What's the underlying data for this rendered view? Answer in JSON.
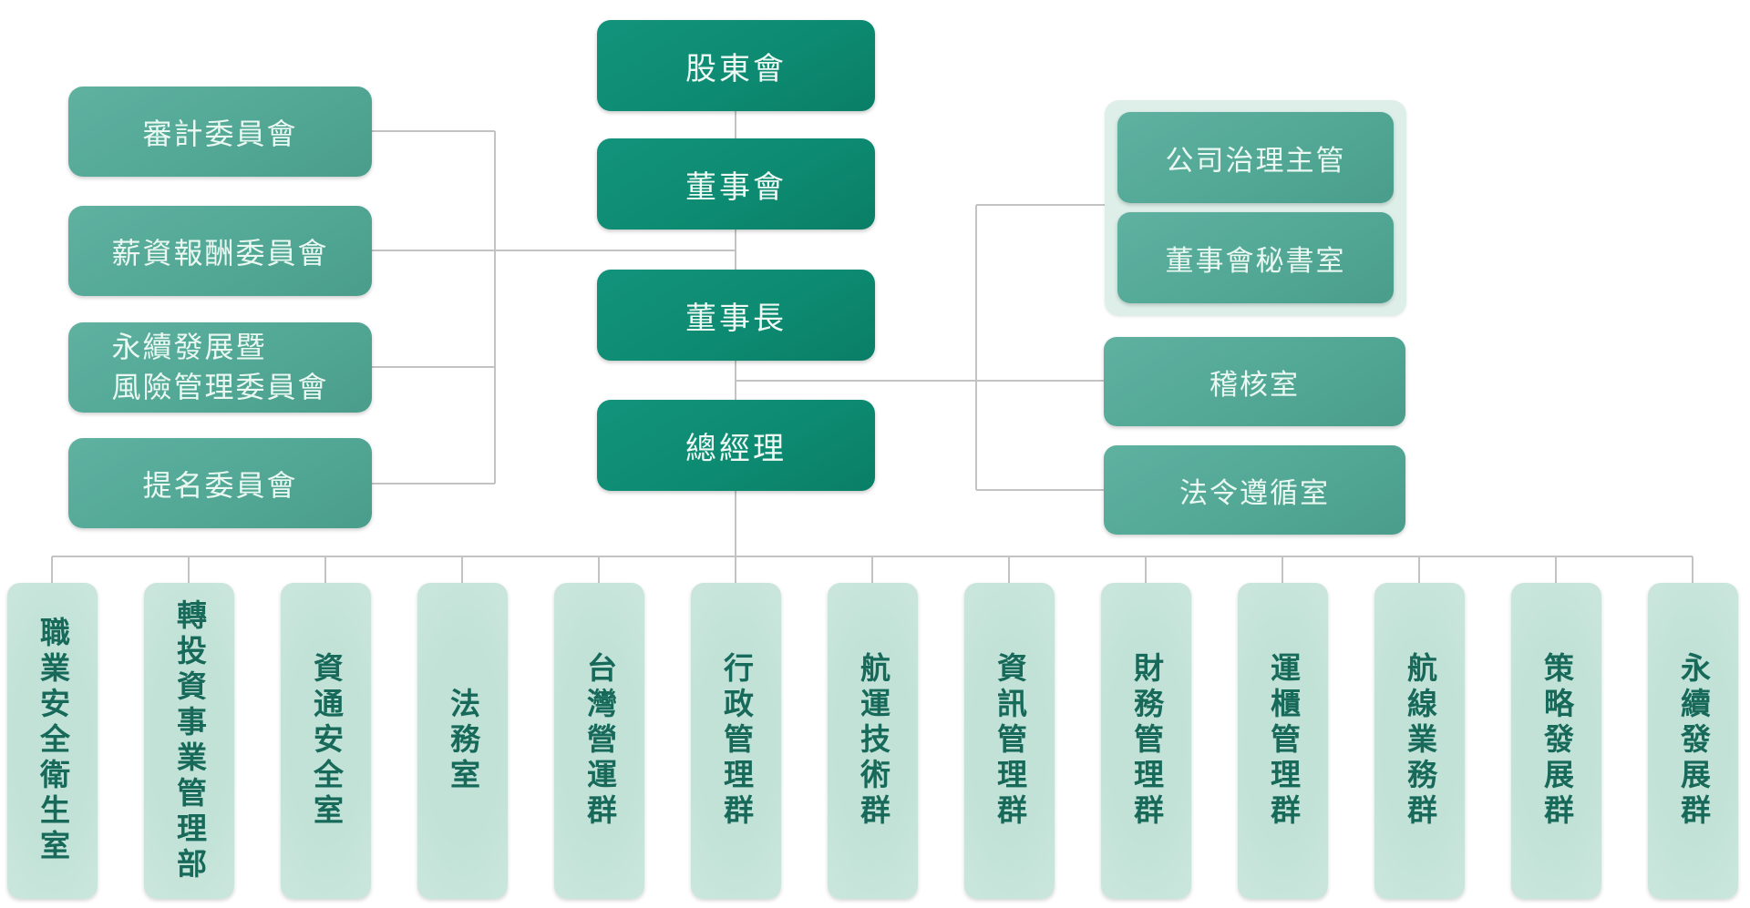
{
  "org_chart": {
    "chain": [
      {
        "label": "股東會"
      },
      {
        "label": "董事會"
      },
      {
        "label": "董事長"
      },
      {
        "label": "總經理"
      }
    ],
    "committees": [
      {
        "label": "審計委員會"
      },
      {
        "label": "薪資報酬委員會"
      },
      {
        "label": "永續發展暨\n風險管理委員會"
      },
      {
        "label": "提名委員會"
      }
    ],
    "governance_group": [
      {
        "label": "公司治理主管"
      },
      {
        "label": "董事會秘書室"
      }
    ],
    "offices": [
      {
        "label": "稽核室"
      },
      {
        "label": "法令遵循室"
      }
    ],
    "bottom_units": [
      {
        "label": "職業安全衛生室"
      },
      {
        "label": "轉投資事業管理部"
      },
      {
        "label": "資通安全室"
      },
      {
        "label": "法務室"
      },
      {
        "label": "台灣營運群"
      },
      {
        "label": "行政管理群"
      },
      {
        "label": "航運技術群"
      },
      {
        "label": "資訊管理群"
      },
      {
        "label": "財務管理群"
      },
      {
        "label": "運櫃管理群"
      },
      {
        "label": "航線業務群"
      },
      {
        "label": "策略發展群"
      },
      {
        "label": "永續發展群"
      }
    ]
  },
  "palette": {
    "primary_green": "#0d8b72",
    "secondary_teal": "#52a795",
    "light_panel": "#ddefe8",
    "bottom_fill": "#c8e5db",
    "bottom_text": "#17695a",
    "box_text_light": "#eef9f4",
    "connector_gray": "#c3c3c3"
  }
}
